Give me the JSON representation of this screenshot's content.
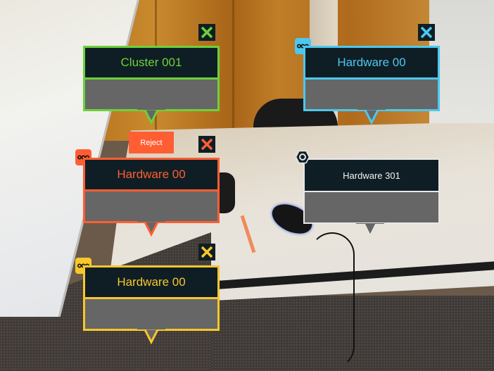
{
  "colors": {
    "green": "#6dd13a",
    "blue": "#4cc8f0",
    "orange": "#ff5e33",
    "yellow": "#f7c72c",
    "white": "#e8e8e8",
    "card_dark": "#0f1e24",
    "card_body": "#666666"
  },
  "cards": [
    {
      "id": "cluster-001",
      "title": "Cluster 001",
      "accent": "green",
      "badge": null,
      "close_icon": "close-icon"
    },
    {
      "id": "hardware-00-blue",
      "title": "Hardware 00",
      "accent": "blue",
      "badge": "more-options-icon",
      "close_icon": "close-icon"
    },
    {
      "id": "hardware-00-orange",
      "title": "Hardware 00",
      "accent": "orange",
      "badge": "more-options-icon",
      "close_icon": "close-icon",
      "action_button": "Reject"
    },
    {
      "id": "hardware-301",
      "title": "Hardware 301",
      "accent": "white",
      "badge": "hexagon-settings-icon",
      "close_icon": null
    },
    {
      "id": "hardware-00-yellow",
      "title": "Hardware 00",
      "accent": "yellow",
      "badge": "more-options-icon",
      "close_icon": "close-icon"
    }
  ]
}
